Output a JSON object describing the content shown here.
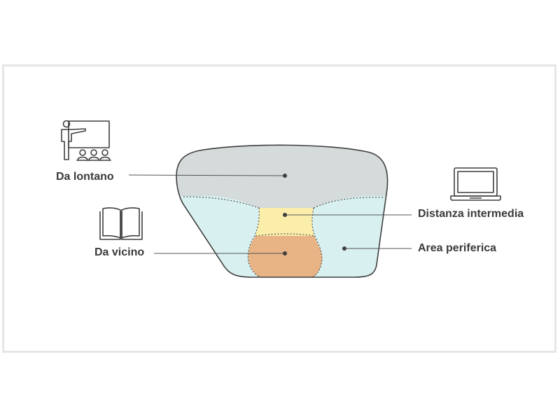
{
  "labels": {
    "far": "Da lontano",
    "near": "Da vicino",
    "intermediate": "Distanza intermedia",
    "peripheral": "Area periferica"
  },
  "icons": {
    "far": "presentation-audience-icon",
    "near": "open-book-icon",
    "intermediate": "laptop-icon"
  },
  "colors": {
    "far_zone": "#d5dadb",
    "peripheral_zone": "#d8f1f0",
    "intermediate_zone": "#fbeeaa",
    "near_zone": "#e8b486",
    "outline": "#3f3f3f",
    "text": "#3a3a3a"
  }
}
